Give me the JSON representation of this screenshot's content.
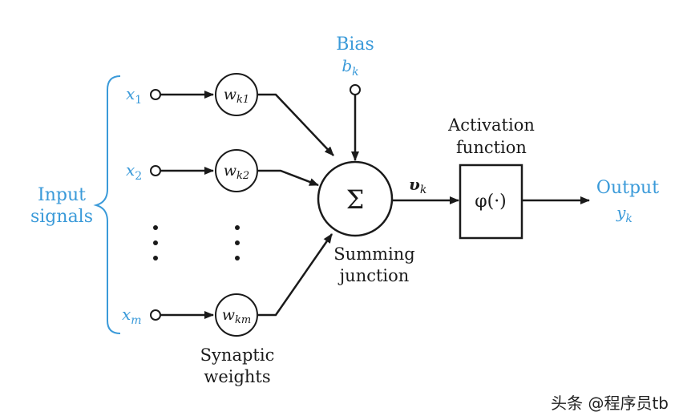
{
  "inputs_label_line1": "Input",
  "inputs_label_line2": "signals",
  "inputs": [
    {
      "var": "x",
      "sub": "1"
    },
    {
      "var": "x",
      "sub": "2"
    },
    {
      "var": "x",
      "sub": "m"
    }
  ],
  "weights": [
    {
      "var": "w",
      "sub": "k1"
    },
    {
      "var": "w",
      "sub": "k2"
    },
    {
      "var": "w",
      "sub": "km"
    }
  ],
  "synaptic_line1": "Synaptic",
  "synaptic_line2": "weights",
  "bias_label": "Bias",
  "bias_var": "b",
  "bias_sub": "k",
  "sum_symbol": "Σ",
  "summing_line1": "Summing",
  "summing_line2": "junction",
  "v_var": "υ",
  "v_sub": "k",
  "activation_line1": "Activation",
  "activation_line2": "function",
  "activation_func": "φ(·)",
  "output_label": "Output",
  "output_var": "y",
  "output_sub": "k",
  "watermark": "头条 @程序员tb",
  "colors": {
    "accent": "#3a9ad9",
    "ink": "#1a1a1a"
  }
}
